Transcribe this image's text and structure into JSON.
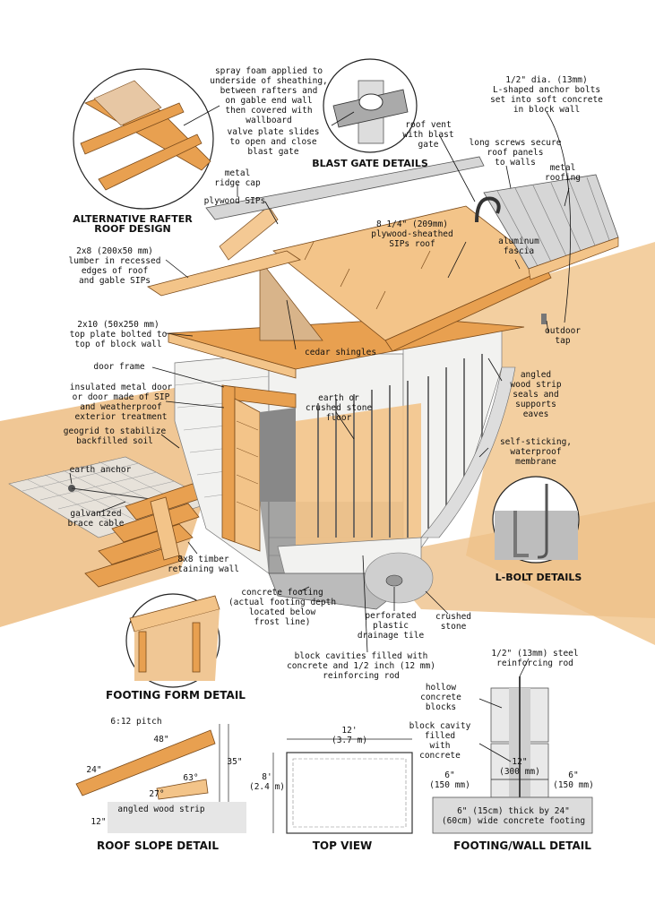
{
  "labels": {
    "spray_foam": [
      "spray foam applied to",
      "underside of sheathing,",
      "between rafters and",
      "on gable end wall",
      "then covered with",
      "wallboard"
    ],
    "valve_plate": [
      "valve plate slides",
      "to open and close",
      "blast gate"
    ],
    "roof_vent": [
      "roof vent",
      "with blast",
      "gate"
    ],
    "anchor_bolts": [
      "1/2\" dia. (13mm)",
      "L-shaped anchor bolts",
      "set into soft concrete",
      "in block wall"
    ],
    "long_screws": [
      "long screws secure",
      "roof panels",
      "to walls"
    ],
    "metal_roofing": [
      "metal",
      "roofing"
    ],
    "metal_ridge_cap": [
      "metal",
      "ridge cap"
    ],
    "plywood_sips": [
      "plywood SIPs"
    ],
    "sips_roof": [
      "8 1/4\" (209mm)",
      "plywood-sheathed",
      "SIPs roof"
    ],
    "aluminum_fascia": [
      "aluminum",
      "fascia"
    ],
    "lumber_2x8": [
      "2x8 (200x50 mm)",
      "lumber in recessed",
      "edges of roof",
      "and gable SIPs"
    ],
    "top_plate": [
      "2x10 (50x250 mm)",
      "top plate bolted to",
      "top of block wall"
    ],
    "cedar_shingles": [
      "cedar shingles"
    ],
    "outdoor_tap": [
      "outdoor",
      "tap"
    ],
    "door_frame": [
      "door frame"
    ],
    "angled_strip": [
      "angled",
      "wood strip",
      "seals and",
      "supports",
      "eaves"
    ],
    "insulated_door": [
      "insulated metal door",
      "or door made of SIP",
      "and weatherproof",
      "exterior treatment"
    ],
    "earth_floor": [
      "earth or",
      "crushed stone",
      "floor"
    ],
    "geogrid": [
      "geogrid to stabilize",
      "backfilled soil"
    ],
    "membrane": [
      "self-sticking,",
      "waterproof",
      "membrane"
    ],
    "earth_anchor": [
      "earth anchor"
    ],
    "brace_cable": [
      "galvanized",
      "brace cable"
    ],
    "retaining_wall": [
      "8x8 timber",
      "retaining wall"
    ],
    "concrete_footing": [
      "concrete footing",
      "(actual footing depth",
      "located below",
      "frost line)"
    ],
    "drainage_tile": [
      "perforated",
      "plastic",
      "drainage tile"
    ],
    "crushed_stone": [
      "crushed",
      "stone"
    ],
    "block_cavities": [
      "block cavities filled with",
      "concrete and 1/2 inch (12 mm)",
      "reinforcing rod"
    ],
    "steel_rod": [
      "1/2\" (13mm) steel",
      "reinforcing rod"
    ],
    "hollow_blocks": [
      "hollow",
      "concrete",
      "blocks"
    ],
    "cavity_filled": [
      "block cavity",
      "filled",
      "with",
      "concrete"
    ],
    "footing_6x24": [
      "6\" (15cm) thick by 24\"",
      "(60cm) wide concrete footing"
    ]
  },
  "titles": {
    "alt_rafter": [
      "ALTERNATIVE RAFTER",
      "ROOF DESIGN"
    ],
    "blast_gate": "BLAST GATE DETAILS",
    "lbolt": "L-BOLT DETAILS",
    "footing_form": "FOOTING FORM DETAIL",
    "roof_slope": "ROOF SLOPE DETAIL",
    "top_view": "TOP VIEW",
    "footing_wall": "FOOTING/WALL DETAIL"
  },
  "roof_slope": {
    "pitch": "6:12 pitch",
    "top": "48\"",
    "left": "24\"",
    "angle_top": "63°",
    "angle_bottom": "27°",
    "height": "35\"",
    "bottom": "12\"",
    "strip": "angled wood strip"
  },
  "top_view": {
    "width": [
      "12'",
      "(3.7 m)"
    ],
    "depth": [
      "8'",
      "(2.4 m)"
    ]
  },
  "footing_wall": {
    "width": [
      "12\"",
      "(300 mm)"
    ],
    "left": [
      "6\"",
      "(150 mm)"
    ],
    "right": [
      "6\"",
      "(150 mm)"
    ]
  },
  "colors": {
    "wood": "#e8a050",
    "wood_light": "#f3c489",
    "ground": "#f0c795",
    "block": "#f2f2f0",
    "metal": "#d6d6d6"
  }
}
